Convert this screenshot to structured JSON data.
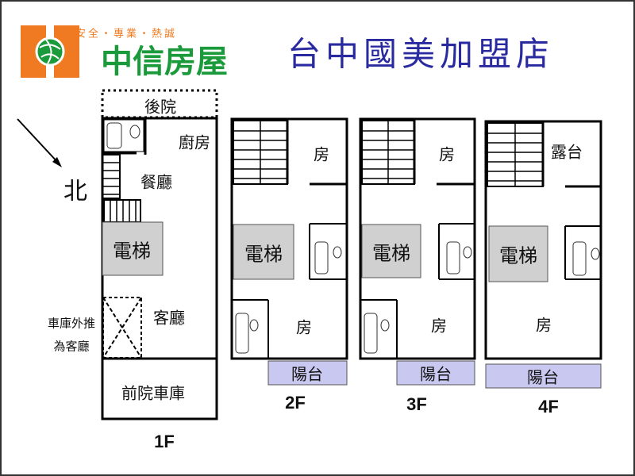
{
  "logo": {
    "slogan": "安全・專業・熱誠",
    "brand": "中信房屋"
  },
  "title": "台中國美加盟店",
  "compass": {
    "north": "北"
  },
  "floors": {
    "f1": {
      "label": "1F",
      "backyard": "後院",
      "kitchen": "廚房",
      "dining": "餐廳",
      "elevator": "電梯",
      "living": "客廳",
      "garage": "前院車庫",
      "note1": "車庫外推",
      "note2": "為客廳"
    },
    "f2": {
      "label": "2F",
      "room1": "房",
      "elevator": "電梯",
      "room2": "房",
      "balcony": "陽台"
    },
    "f3": {
      "label": "3F",
      "room1": "房",
      "elevator": "電梯",
      "room2": "房",
      "balcony": "陽台"
    },
    "f4": {
      "label": "4F",
      "terrace": "露台",
      "elevator": "電梯",
      "room": "房",
      "balcony": "陽台"
    }
  },
  "colors": {
    "brand_orange": "#f07a22",
    "brand_green": "#1a9a3a",
    "title_blue": "#2a2aa0",
    "balcony": "#c8c8f0",
    "elevator": "#d0d0d0"
  }
}
